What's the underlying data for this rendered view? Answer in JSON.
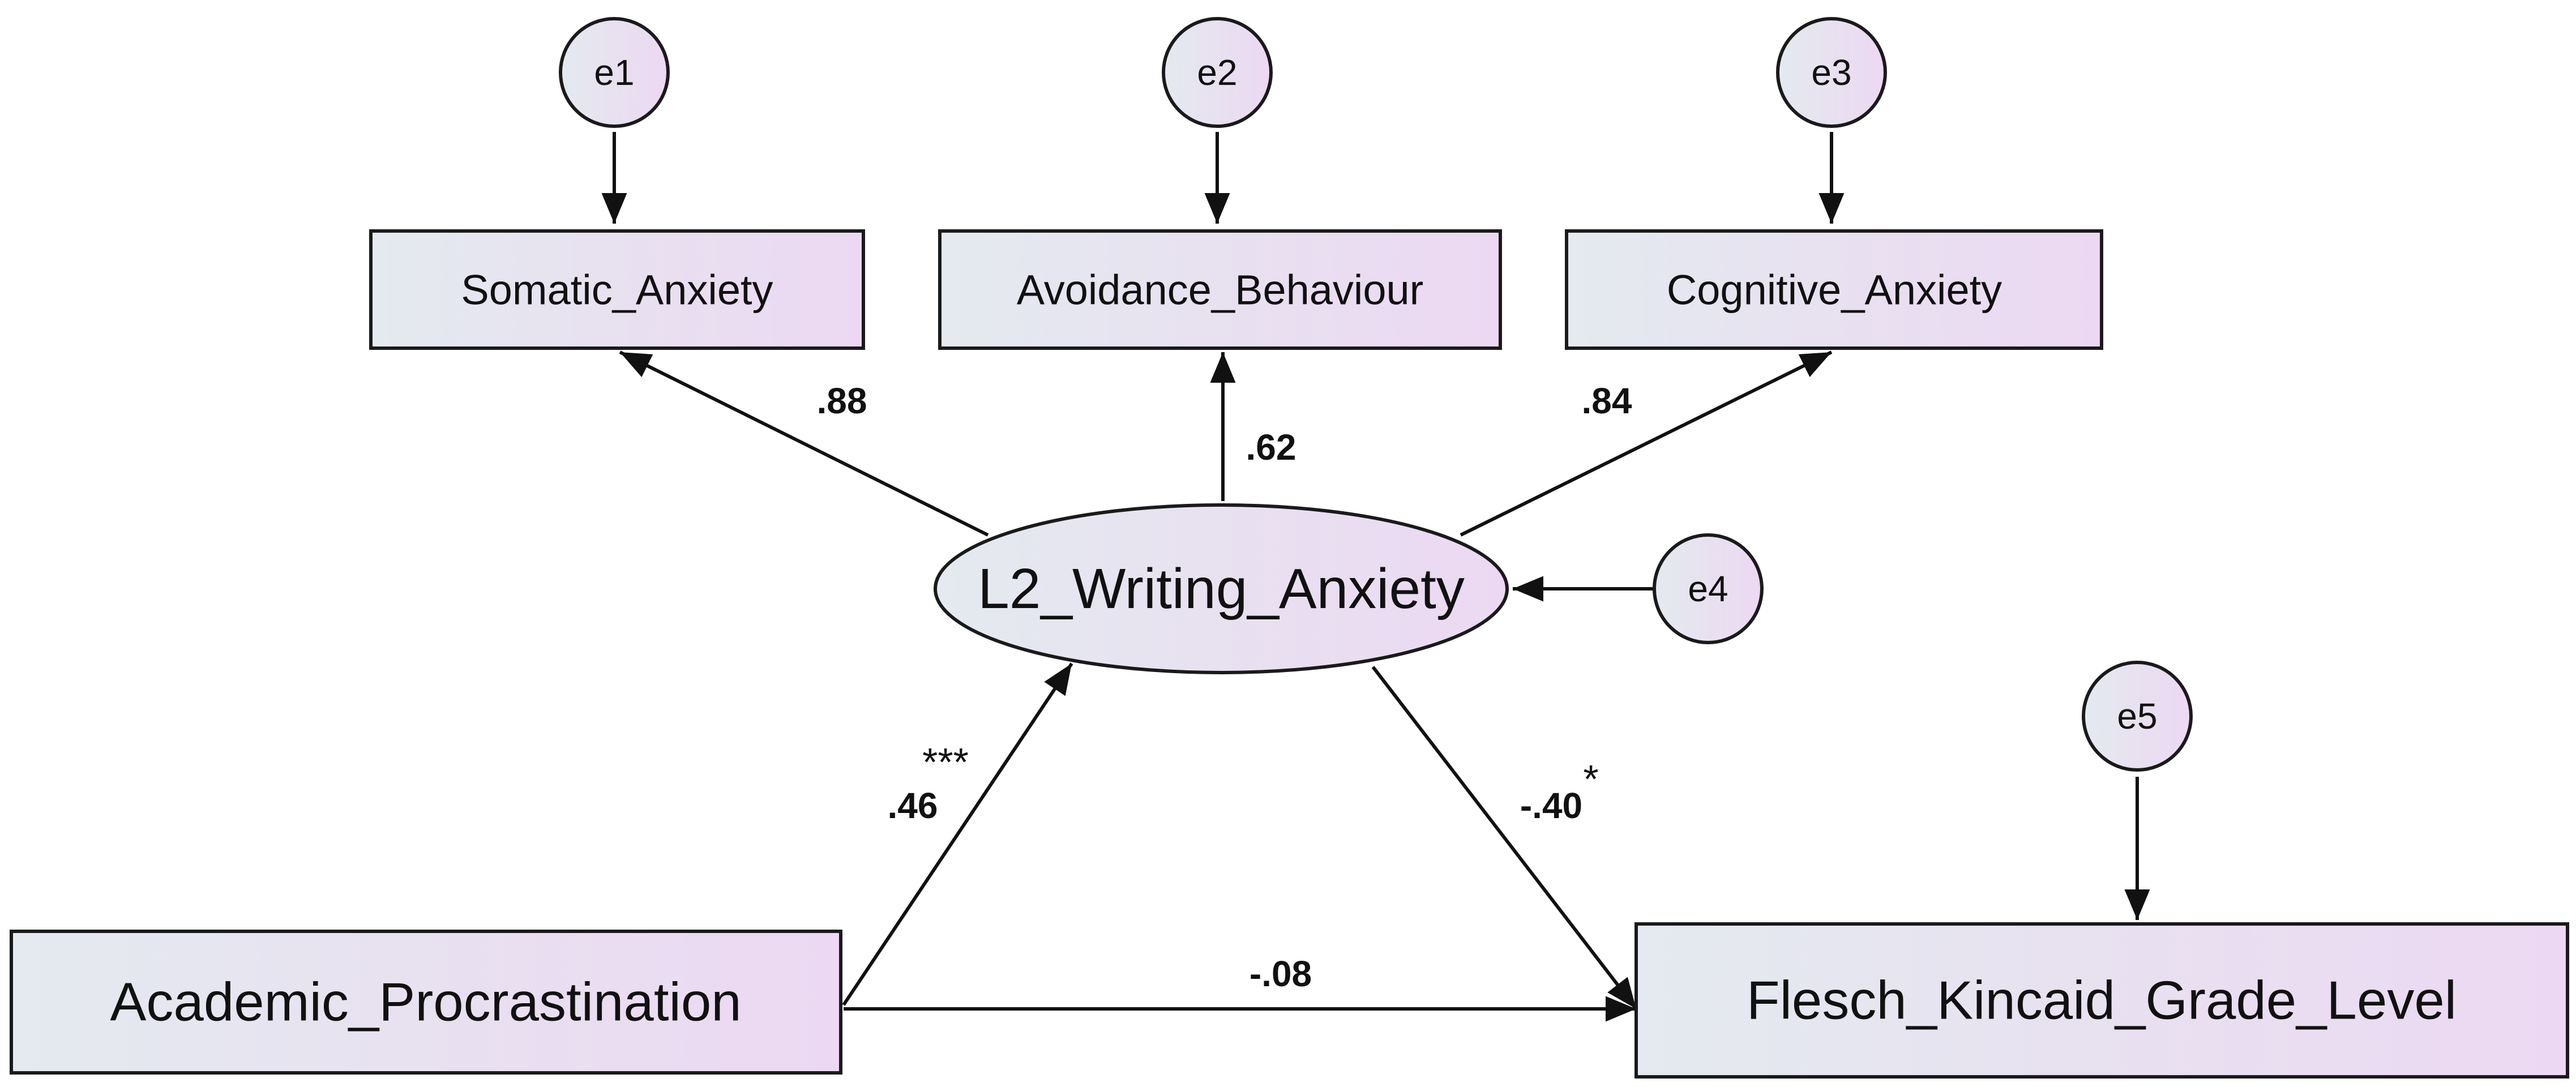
{
  "diagram": {
    "latent": {
      "label": "L2_Writing_Anxiety"
    },
    "indicators": {
      "somatic": "Somatic_Anxiety",
      "avoidance": "Avoidance_Behaviour",
      "cognitive": "Cognitive_Anxiety"
    },
    "observed": {
      "predictor": "Academic_Procrastination",
      "outcome": "Flesch_Kincaid_Grade_Level"
    },
    "errors": {
      "e1": "e1",
      "e2": "e2",
      "e3": "e3",
      "e4": "e4",
      "e5": "e5"
    },
    "coefficients": {
      "somatic": ".88",
      "avoidance": ".62",
      "cognitive": ".84",
      "predictor_to_latent": ".46",
      "predictor_to_latent_sig": "***",
      "latent_to_outcome": "-.40",
      "latent_to_outcome_sig": "*",
      "direct": "-.08"
    },
    "colors": {
      "fill_left": "#e4eaef",
      "fill_right": "#ecd8f2",
      "stroke": "#1a1a1a",
      "arrow": "#111111",
      "background": "#ffffff"
    }
  }
}
